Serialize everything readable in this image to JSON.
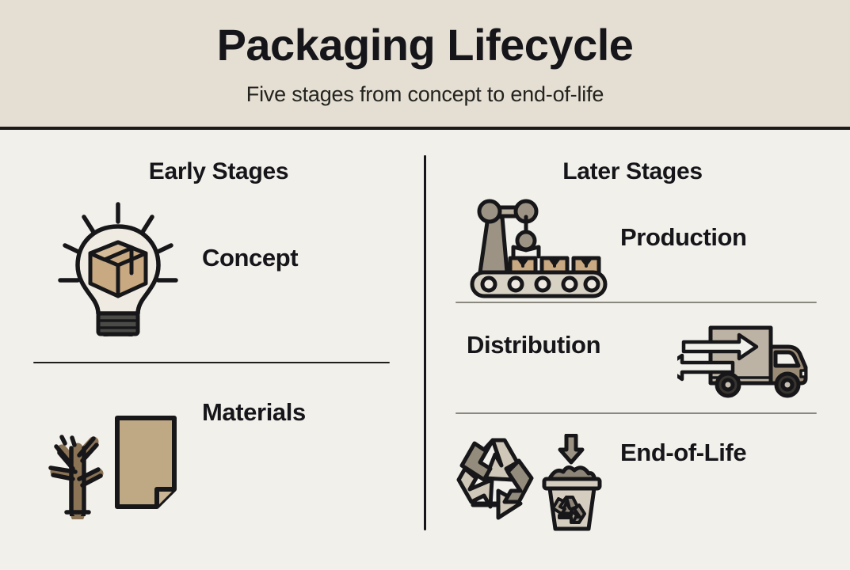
{
  "header": {
    "title": "Packaging Lifecycle",
    "subtitle": "Five stages from concept to end-of-life"
  },
  "columns": {
    "left": {
      "heading": "Early Stages",
      "stages": [
        {
          "label": "Concept",
          "icon": "lightbulb-with-box-icon"
        },
        {
          "label": "Materials",
          "icon": "tree-and-paper-sheet-icon"
        }
      ]
    },
    "right": {
      "heading": "Later Stages",
      "stages": [
        {
          "label": "Production",
          "icon": "robotic-arm-conveyor-boxes-icon"
        },
        {
          "label": "Distribution",
          "icon": "delivery-truck-with-arrows-icon"
        },
        {
          "label": "End-of-Life",
          "icon": "recycling-arrows-and-bin-icon"
        }
      ]
    }
  },
  "colors": {
    "header_background": "#E4DED3",
    "body_background": "#F2F0EA",
    "text_dark": "#16161A",
    "outline": "#1A1A18",
    "kraft_tan": "#C8A981",
    "kraft_tan_light": "#D6BC99",
    "paper_tan": "#BFA884",
    "tree_brown": "#8B7355",
    "truck_body": "#BDB3A4",
    "truck_cab": "#9A8B76",
    "machine_gray": "#9C9384",
    "recycle_light": "#CFC7B8",
    "recycle_dark": "#938B7C",
    "bin_body": "#D5CEC0",
    "bulb_glass": "#EFEBE2",
    "bulb_base": "#4A4A47",
    "divider_dark": "#1E1E1C",
    "divider_gray": "#8B8880"
  }
}
